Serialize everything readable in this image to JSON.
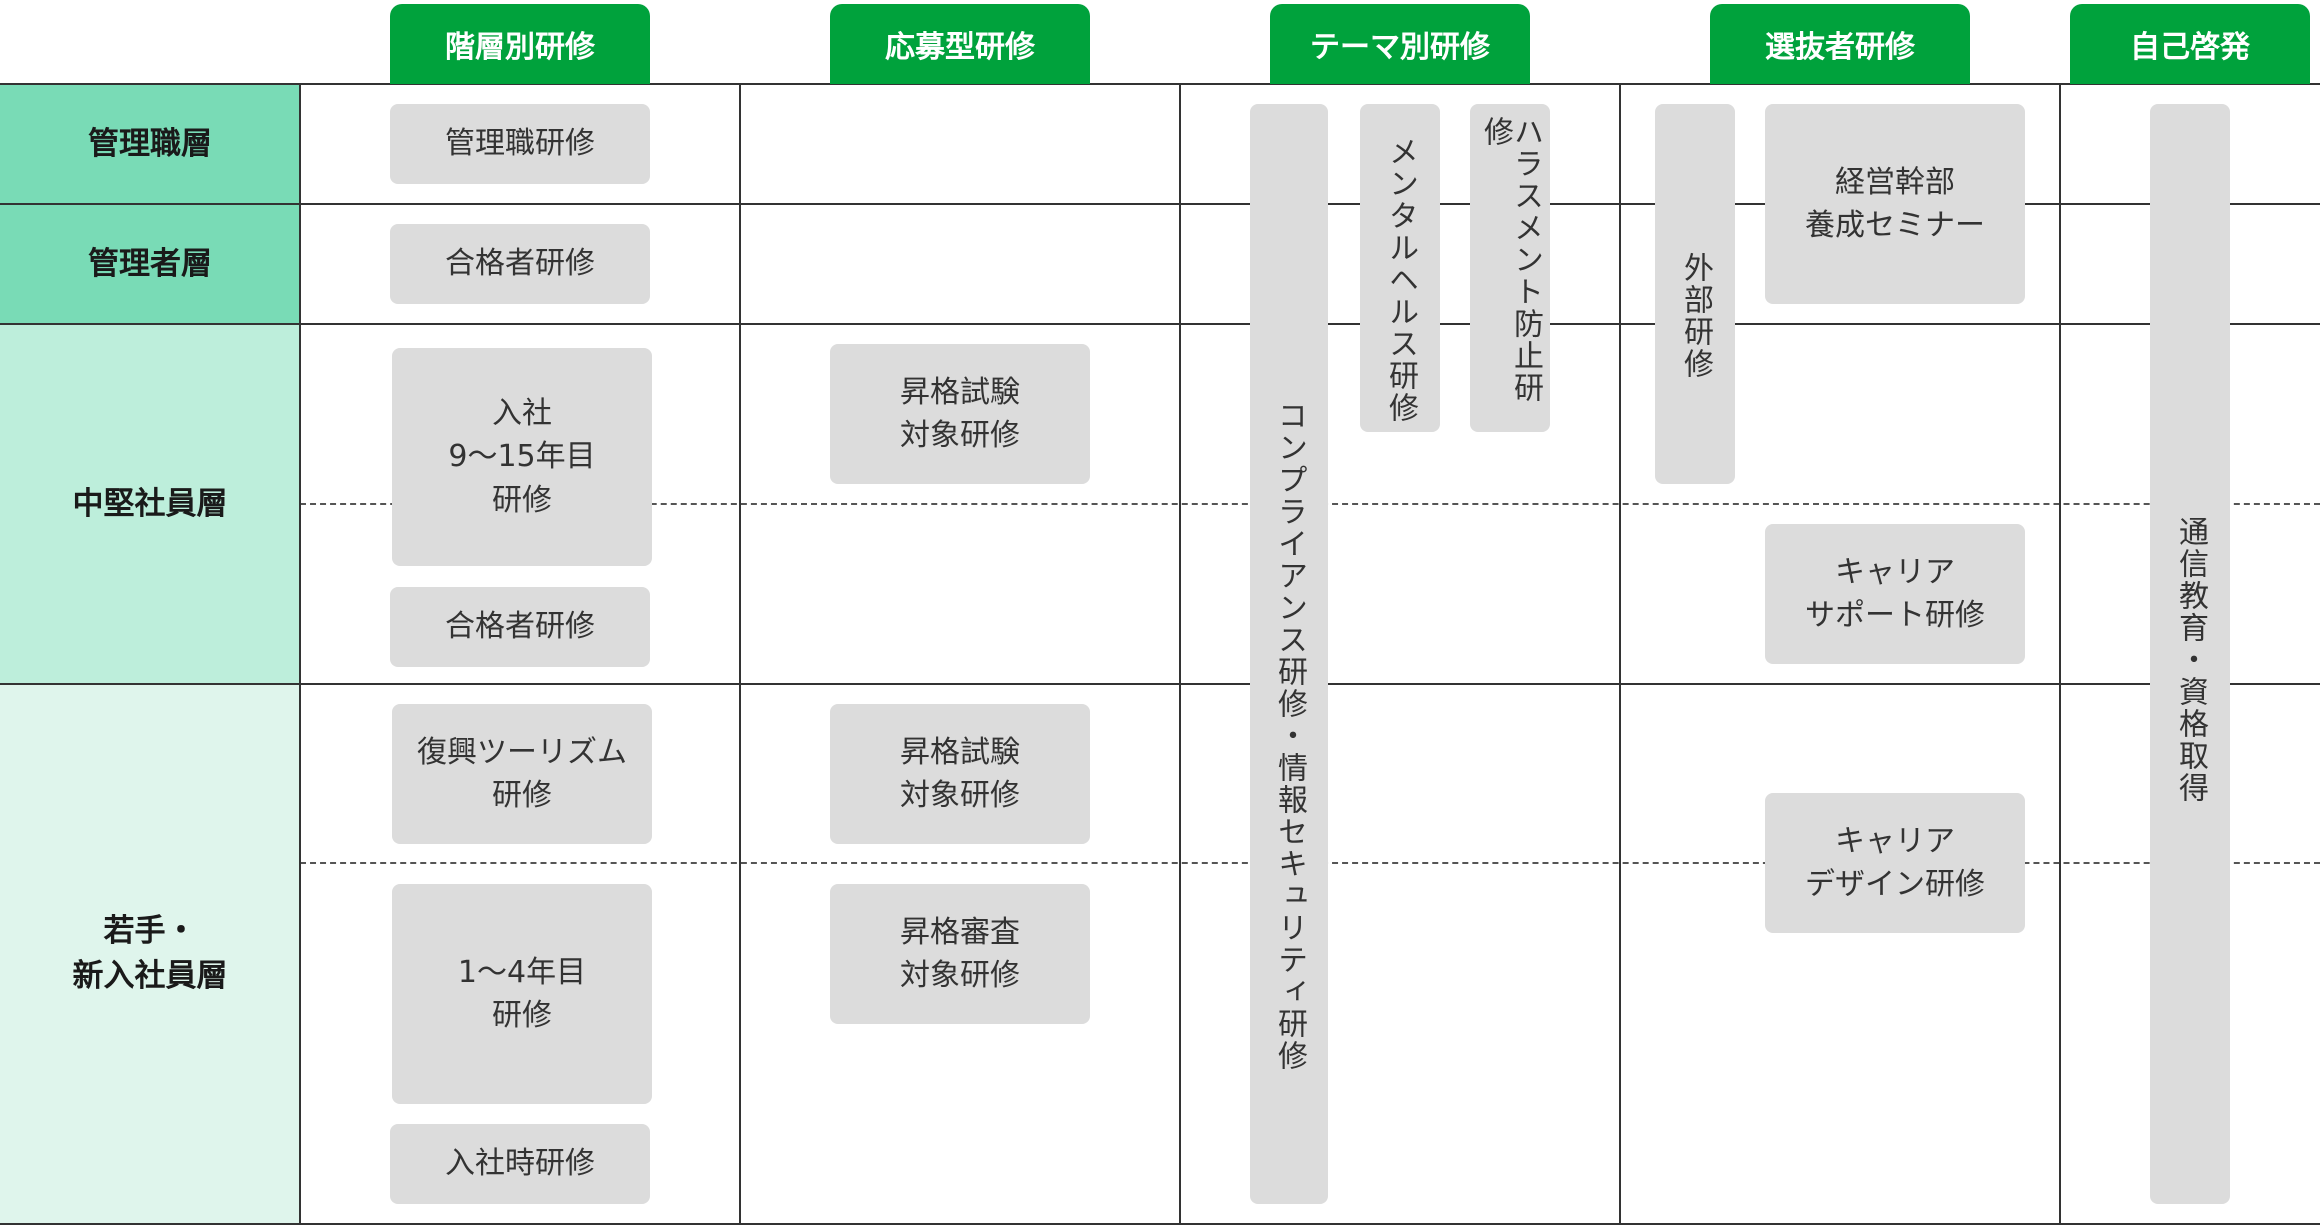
{
  "colors": {
    "tab_green": "#00a23c",
    "row_manager_bg": "#79dbb6",
    "row_mid_bg": "#bdeedb",
    "row_young_bg": "#dff5ec",
    "box_gray": "#dcdcdc"
  },
  "columns": {
    "tiered": "階層別研修",
    "applied": "応募型研修",
    "theme": "テーマ別研修",
    "selected": "選抜者研修",
    "self": "自己啓発"
  },
  "rows": {
    "manager_post": "管理職層",
    "manager_qualified": "管理者層",
    "mid": "中堅社員層",
    "young": "若手・\n新入社員層"
  },
  "programs": {
    "manager_training": "管理職研修",
    "qualified_training_1": "合格者研修",
    "years_9_15": "入社\n9〜15年目\n研修",
    "qualified_training_2": "合格者研修",
    "tourism": "復興ツーリズム\n研修",
    "years_1_4": "1〜4年目\n研修",
    "onboarding": "入社時研修",
    "promotion_exam_1": "昇格試験\n対象研修",
    "promotion_exam_2": "昇格試験\n対象研修",
    "promotion_review": "昇格審査\n対象研修",
    "compliance": "コンプライアンス研修・情報セキュリティ研修",
    "mental_health": "メンタルヘルス研修",
    "harassment": "ハラスメント防止研修",
    "external": "外部研修",
    "executive": "経営幹部\n養成セミナー",
    "career_support": "キャリア\nサポート研修",
    "career_design": "キャリア\nデザイン研修",
    "correspondence": "通信教育・資格取得"
  }
}
